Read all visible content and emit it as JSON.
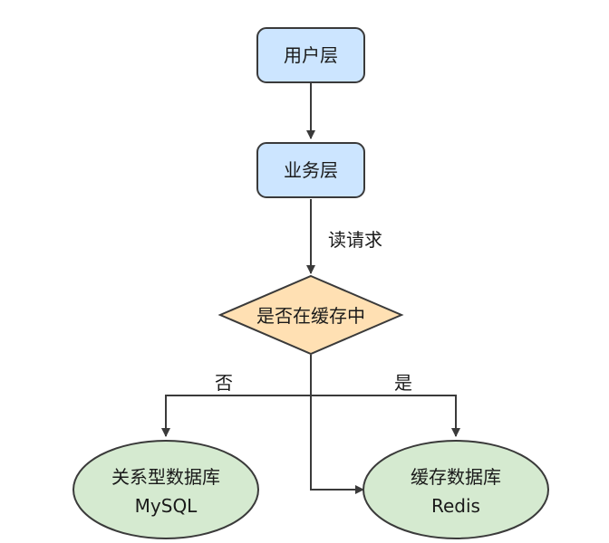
{
  "nodes": {
    "user_layer": {
      "label": "用户层",
      "fill": "#cce5ff",
      "stroke": "#3a3a3a"
    },
    "business_layer": {
      "label": "业务层",
      "fill": "#cce5ff",
      "stroke": "#3a3a3a"
    },
    "cache_check": {
      "label": "是否在缓存中",
      "fill": "#ffe0b3",
      "stroke": "#3a3a3a"
    },
    "relational_db": {
      "line1": "关系型数据库",
      "line2": "MySQL",
      "fill": "#d5ead0",
      "stroke": "#3a3a3a"
    },
    "cache_db": {
      "line1": "缓存数据库",
      "line2": "Redis",
      "fill": "#d5ead0",
      "stroke": "#3a3a3a"
    }
  },
  "edges": {
    "read_request": "读请求",
    "no_branch": "否",
    "yes_branch": "是"
  },
  "colors": {
    "line": "#3a3a3a",
    "text": "#1a1a1a"
  }
}
